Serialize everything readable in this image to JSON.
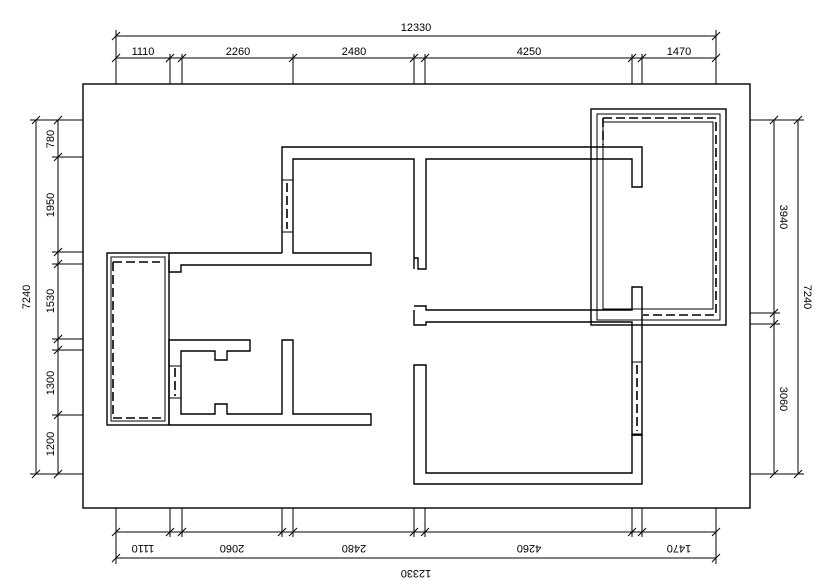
{
  "drawing": {
    "top_total": "12330",
    "top_segments": [
      "1110",
      "2260",
      "2480",
      "4250",
      "1470"
    ],
    "bottom_total": "12330",
    "bottom_segments": [
      "1110",
      "2060",
      "2480",
      "4260",
      "1470"
    ],
    "left_total": "7240",
    "left_segments": [
      "780",
      "1950",
      "1530",
      "1300",
      "1200"
    ],
    "right_total": "7240",
    "right_segments": [
      "3940",
      "3060"
    ]
  }
}
